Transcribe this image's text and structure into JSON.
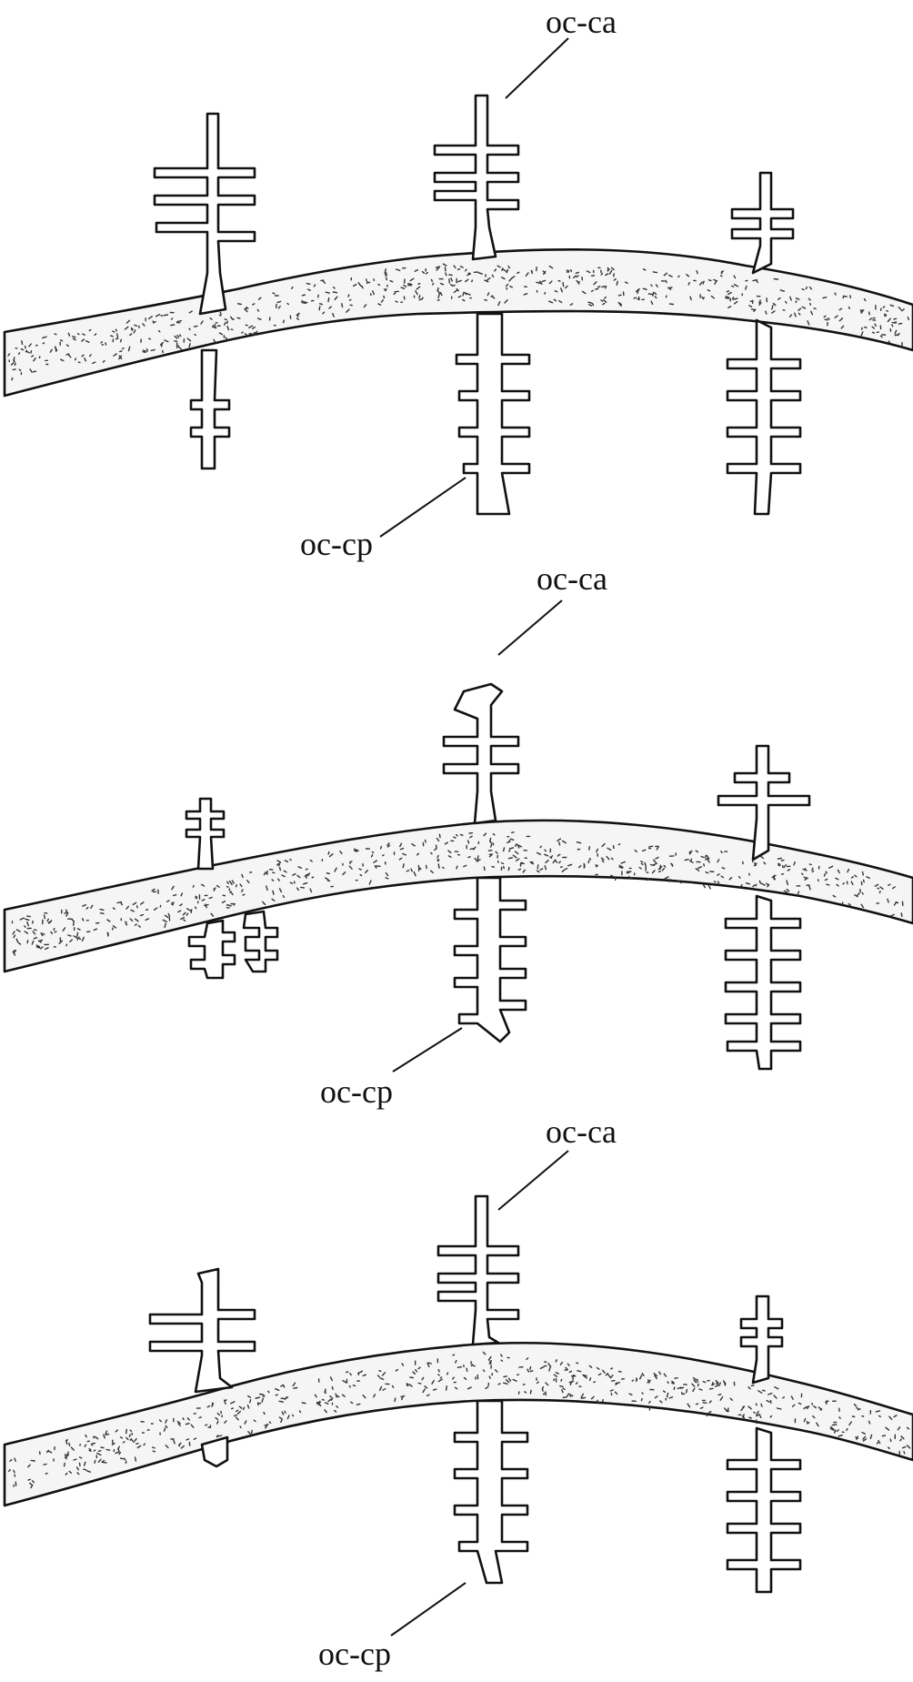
{
  "labels": {
    "anterior": "oc-ca",
    "posterior": "oc-cp"
  },
  "panels": [
    {
      "id": "top"
    },
    {
      "id": "middle"
    },
    {
      "id": "bottom"
    }
  ]
}
